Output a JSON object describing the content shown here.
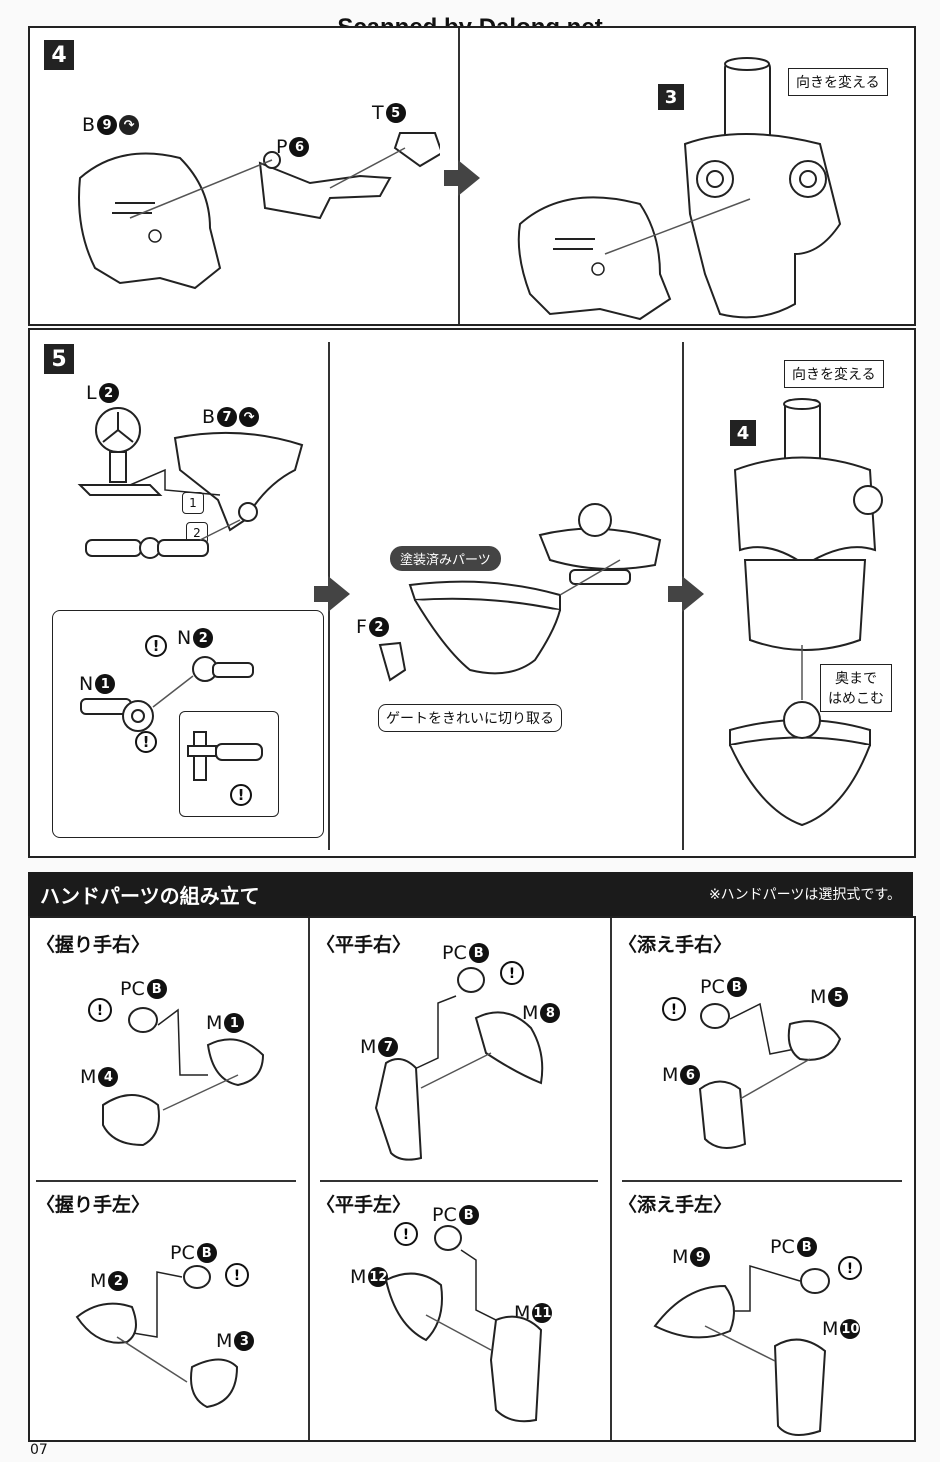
{
  "watermark": "Scanned by Dalong.net",
  "page_number": "07",
  "step4": {
    "number": "4",
    "parts": {
      "b": {
        "letter": "B",
        "num": "9"
      },
      "p": {
        "letter": "P",
        "num": "6"
      },
      "t": {
        "letter": "T",
        "num": "5"
      }
    },
    "ref_badge": "3",
    "callout": "向きを変える"
  },
  "step5": {
    "number": "5",
    "parts": {
      "l": {
        "letter": "L",
        "num": "2"
      },
      "b": {
        "letter": "B",
        "num": "7"
      },
      "n2": {
        "letter": "N",
        "num": "2"
      },
      "n1": {
        "letter": "N",
        "num": "1"
      },
      "f": {
        "letter": "F",
        "num": "2"
      }
    },
    "order1": "1",
    "order2": "2",
    "painted_label": "塗装済みパーツ",
    "gate_callout": "ゲートをきれいに切り取る",
    "ref_badge": "4",
    "turn_callout": "向きを変える",
    "insert_callout_line1": "奥まで",
    "insert_callout_line2": "はめこむ",
    "warning": "!"
  },
  "hands": {
    "title": "ハンドパーツの組み立て",
    "note": "※ハンドパーツは選択式です。",
    "panels": [
      {
        "title": "〈握り手右〉",
        "pc": "PC",
        "pc_num": "B",
        "m_a": "M",
        "m_a_num": "1",
        "m_b": "M",
        "m_b_num": "4"
      },
      {
        "title": "〈平手右〉",
        "pc": "PC",
        "pc_num": "B",
        "m_a": "M",
        "m_a_num": "8",
        "m_b": "M",
        "m_b_num": "7"
      },
      {
        "title": "〈添え手右〉",
        "pc": "PC",
        "pc_num": "B",
        "m_a": "M",
        "m_a_num": "5",
        "m_b": "M",
        "m_b_num": "6"
      },
      {
        "title": "〈握り手左〉",
        "pc": "PC",
        "pc_num": "B",
        "m_a": "M",
        "m_a_num": "2",
        "m_b": "M",
        "m_b_num": "3"
      },
      {
        "title": "〈平手左〉",
        "pc": "PC",
        "pc_num": "B",
        "m_a": "M",
        "m_a_num": "12",
        "m_b": "M",
        "m_b_num": "11"
      },
      {
        "title": "〈添え手左〉",
        "pc": "PC",
        "pc_num": "B",
        "m_a": "M",
        "m_a_num": "9",
        "m_b": "M",
        "m_b_num": "10"
      }
    ]
  }
}
